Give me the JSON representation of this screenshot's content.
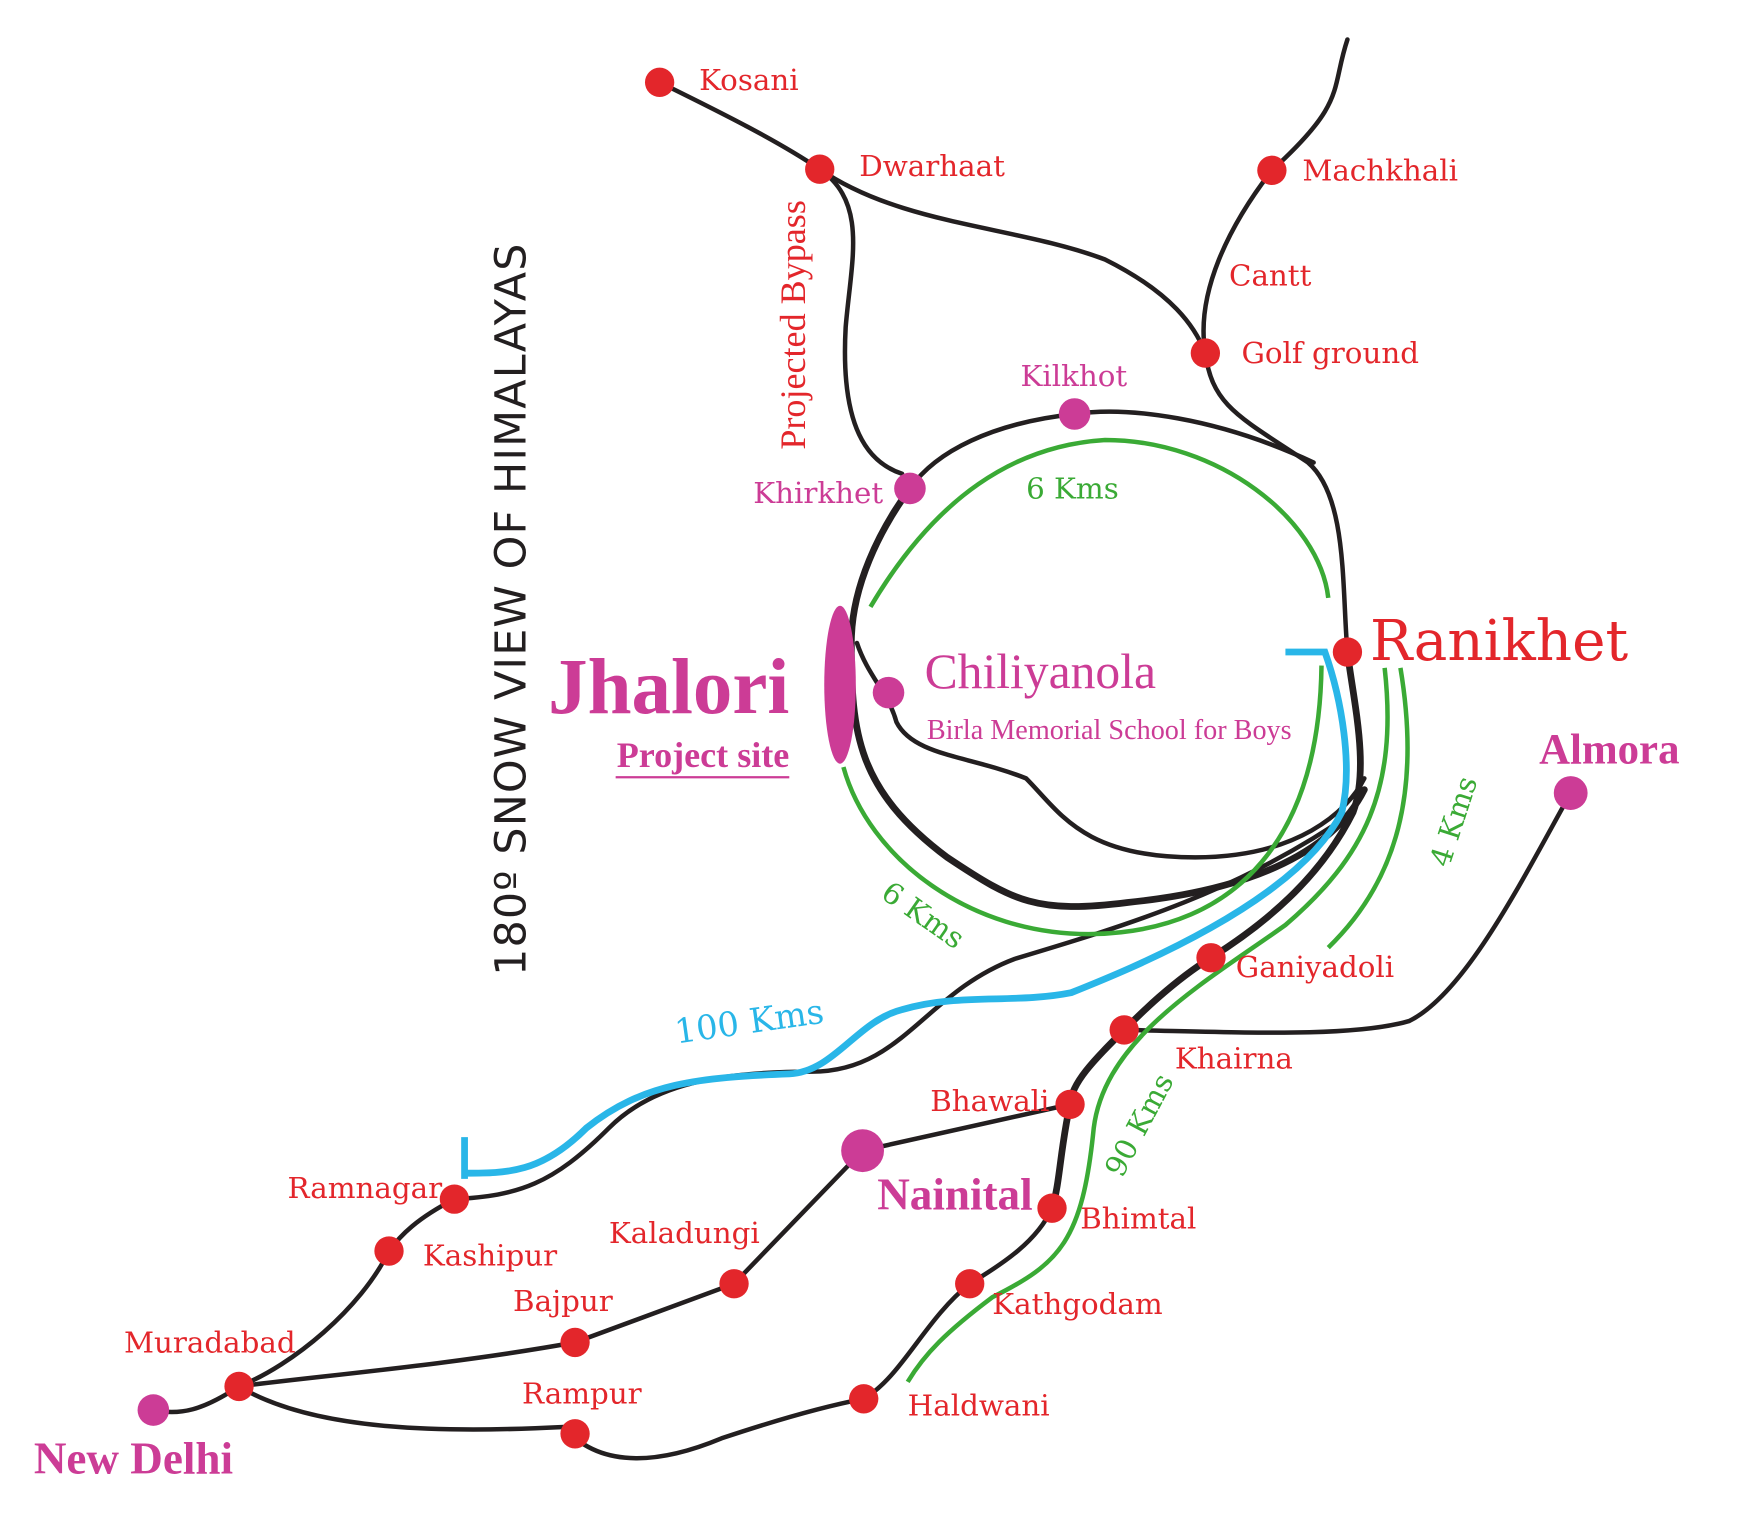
{
  "map": {
    "side_title": "180º SNOW VIEW OF HIMALAYAS",
    "bypass_label": "Projected Bypass",
    "project": {
      "name": "Jhalori",
      "subtitle": "Project site"
    },
    "school": {
      "name": "Chiliyanola",
      "subtitle": "Birla Memorial School for Boys"
    },
    "places": {
      "kosani": "Kosani",
      "dwarhaat": "Dwarhaat",
      "machkhali": "Machkhali",
      "cantt": "Cantt",
      "golf_ground": "Golf ground",
      "kilkhot": "Kilkhot",
      "khirkhet": "Khirkhet",
      "ranikhet": "Ranikhet",
      "almora": "Almora",
      "ganiyadoli": "Ganiyadoli",
      "khairna": "Khairna",
      "bhawali": "Bhawali",
      "nainital": "Nainital",
      "bhimtal": "Bhimtal",
      "kathgodam": "Kathgodam",
      "haldwani": "Haldwani",
      "ramnagar": "Ramnagar",
      "kashipur": "Kashipur",
      "kaladungi": "Kaladungi",
      "bajpur": "Bajpur",
      "muradabad": "Muradabad",
      "rampur": "Rampur",
      "new_delhi": "New Delhi"
    },
    "distances": {
      "north_arc": "6 Kms",
      "south_arc": "6 Kms",
      "ranikhet_arc": "4 Kms",
      "ramnagar_route": "100 Kms",
      "kathgodam_route": "90 Kms"
    },
    "colors": {
      "town": "#e3262b",
      "highlight": "#cc3c96",
      "road": "#231f20",
      "distance": "#3aaa35",
      "route": "#29b6e8"
    }
  }
}
